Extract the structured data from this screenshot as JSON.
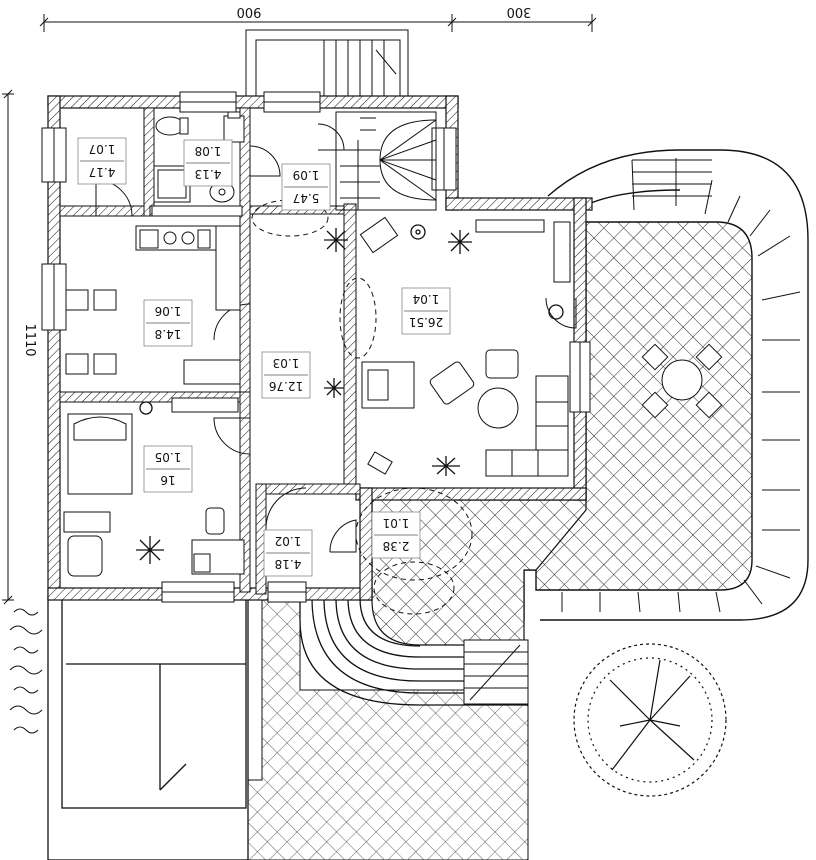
{
  "dimensions": {
    "top_left": "900",
    "top_right": "300",
    "left_side": "1110"
  },
  "rooms": [
    {
      "id": "r107",
      "number": "1.07",
      "area": "4.17"
    },
    {
      "id": "r108",
      "number": "1.08",
      "area": "4.13"
    },
    {
      "id": "r109",
      "number": "1.09",
      "area": "5.47"
    },
    {
      "id": "r106",
      "number": "1.06",
      "area": "14.8"
    },
    {
      "id": "r104",
      "number": "1.04",
      "area": "26.51"
    },
    {
      "id": "r103",
      "number": "1.03",
      "area": "12.76"
    },
    {
      "id": "r105",
      "number": "1.05",
      "area": "16"
    },
    {
      "id": "r101",
      "number": "1.01",
      "area": "2.38"
    },
    {
      "id": "r102",
      "number": "1.02",
      "area": "4.18"
    }
  ],
  "colors": {
    "line": "#111111",
    "background": "#ffffff"
  }
}
